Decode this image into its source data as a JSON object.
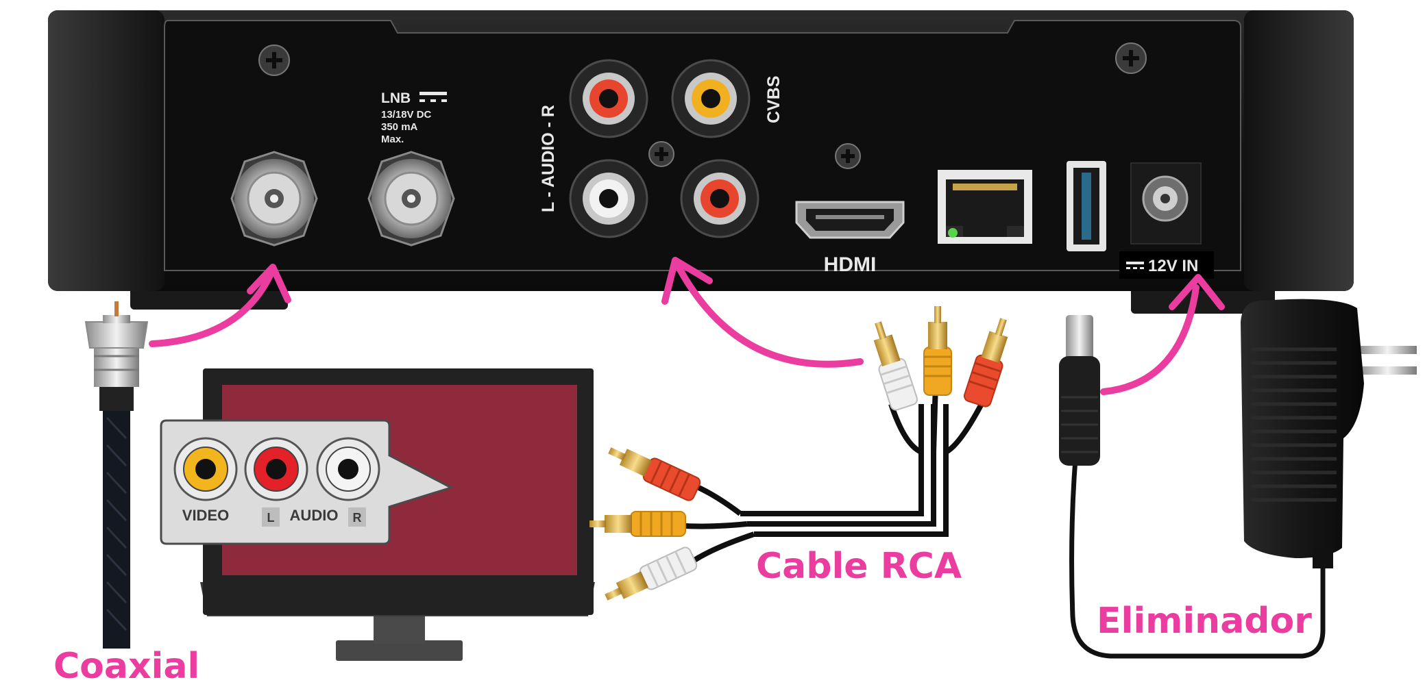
{
  "labels": {
    "coaxial": "Coaxial",
    "cable_rca": "Cable RCA",
    "eliminador": "Eliminador"
  },
  "device_panel": {
    "lnb_title": "LNB",
    "lnb_voltage": "13/18V DC",
    "lnb_current": "350 mA",
    "lnb_max": "Max.",
    "audio": "L - AUDIO - R",
    "cvbs": "CVBS",
    "hdmi": "HDMI",
    "power_in": "12V IN"
  },
  "tv_panel": {
    "video": "VIDEO",
    "audio": "AUDIO",
    "left": "L",
    "right": "R"
  },
  "colors": {
    "accent_pink": "#ea3d9f",
    "device_body": "#151515",
    "tv_screen": "#8e2a3c",
    "rca_red": "#e8452f",
    "rca_yellow": "#f0b020",
    "rca_white": "#ececec"
  },
  "icons": [
    "screw-icon",
    "coax-port-icon",
    "rca-port-icon",
    "hdmi-port-icon",
    "ethernet-port-icon",
    "usb-port-icon",
    "dc-jack-icon",
    "arrow-icon"
  ]
}
